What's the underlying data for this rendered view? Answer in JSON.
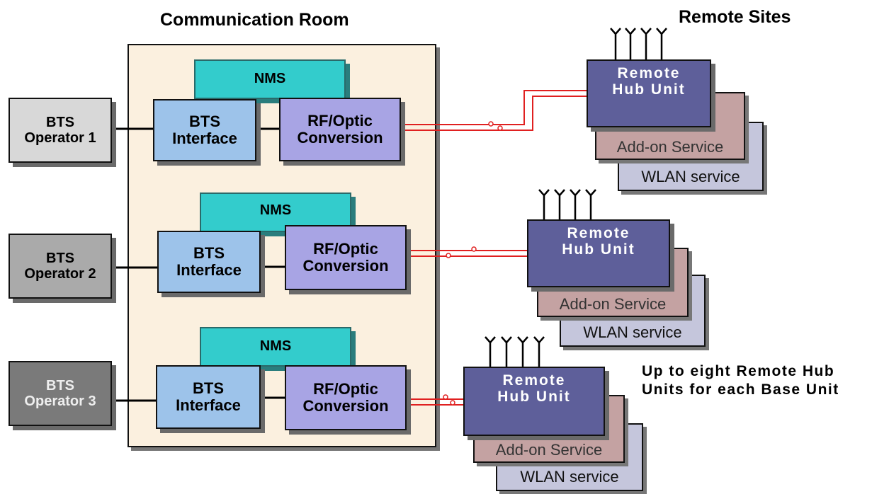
{
  "headings": {
    "left": "Communication Room",
    "right": "Remote Sites"
  },
  "operators": [
    {
      "line1": "BTS",
      "line2": "Operator 1"
    },
    {
      "line1": "BTS",
      "line2": "Operator 2"
    },
    {
      "line1": "BTS",
      "line2": "Operator 3"
    }
  ],
  "base_units": [
    {
      "nms": "NMS",
      "iface1": "BTS",
      "iface2": "Interface",
      "rf1": "RF/Optic",
      "rf2": "Conversion"
    },
    {
      "nms": "NMS",
      "iface1": "BTS",
      "iface2": "Interface",
      "rf1": "RF/Optic",
      "rf2": "Conversion"
    },
    {
      "nms": "NMS",
      "iface1": "BTS",
      "iface2": "Interface",
      "rf1": "RF/Optic",
      "rf2": "Conversion"
    }
  ],
  "remote_sites": [
    {
      "hub1": "Remote",
      "hub2": "Hub Unit",
      "addon": "Add-on Service",
      "wlan": "WLAN service"
    },
    {
      "hub1": "Remote",
      "hub2": "Hub Unit",
      "addon": "Add-on Service",
      "wlan": "WLAN service"
    },
    {
      "hub1": "Remote",
      "hub2": "Hub Unit",
      "addon": "Add-on Service",
      "wlan": "WLAN service"
    }
  ],
  "note": {
    "line1": "Up to eight Remote Hub",
    "line2": "Units for each Base Unit"
  },
  "colors": {
    "operator_1": "#d8d8d8",
    "operator_2": "#aaaaaa",
    "operator_3": "#7a7a7a",
    "fiber": "#e02020"
  }
}
